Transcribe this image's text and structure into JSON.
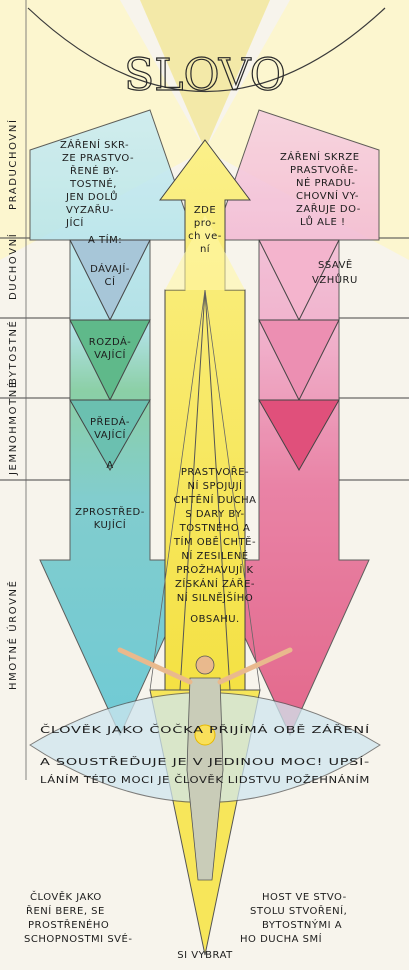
{
  "title": "SLOVO",
  "levels": [
    {
      "key": "praduchovni",
      "label": "PRADUCHOVNÍ"
    },
    {
      "key": "duchovni",
      "label": "DUCHOVNÍ"
    },
    {
      "key": "bytostne",
      "label": "BYTOSTNÉ"
    },
    {
      "key": "jemnohmotne",
      "label": "JEMNOHMOTNÉ"
    },
    {
      "key": "hmotne",
      "label": "HMOTNÉ ÚROVNĚ"
    }
  ],
  "left_text": [
    "ZÁŘENÍ SKR-",
    "ZE PRASTVO-",
    "ŘENÉ BY-",
    "TOSTNÉ,",
    "JEN DOLŮ",
    "VYZAŘU-",
    "JÍCÍ"
  ],
  "right_text": [
    "ZÁŘENÍ SKRZE",
    "PRASTVOŘE-",
    "NÉ PRADU-",
    "CHOVNÍ VY-",
    "ZAŘUJE DO-",
    "LŮ ALE !"
  ],
  "a_tim": "A TÍM:",
  "center_top": [
    "ZDE",
    "pro-",
    "ch ve-",
    "ní"
  ],
  "ssave": [
    "SSAVĚ",
    "VZHŮRU"
  ],
  "stages": [
    [
      "DÁVAJÍ-",
      "CÍ"
    ],
    [
      "ROZDÁ-",
      "VAJÍCÍ"
    ],
    [
      "PŘEDÁ-",
      "VAJÍCÍ"
    ],
    [
      "A"
    ],
    [
      "ZPROSTŘED-",
      "KUJÍCÍ"
    ]
  ],
  "middle_text": [
    "PRASTVOŘE-",
    "NÍ SPOJUJÍ",
    "CHTĚNÍ DUCHA",
    "S DARY BY-",
    "TOSTNÉHO A",
    "TÍM OBĚ CHTĚ-",
    "NÍ ZESILENÉ",
    "PROŽHAVUJÍ K",
    "ZÍSKÁNÍ ZÁŘE-",
    "NÍ SILNĚJŠÍHO",
    "OBSAHU."
  ],
  "lens_line1": "ČLOVĚK JAKO ČOČKA PŘIJÍMÁ OBĚ ZÁŘENÍ",
  "lens_line2": "A SOUSTŘEĎUJE JE V JEDINOU MOC! UPSÍ-",
  "lens_line3": "LÁNÍM TÉTO MOCI JE ČLOVĚK LIDSTVU POŽEHNÁNÍM",
  "bottom_left": [
    "ČLOVĚK JAKO",
    "ŘENÍ BERE, SE",
    "PROSTŘENÉHO",
    "SCHOPNOSTMI SVÉ-"
  ],
  "bottom_right": [
    "HOST VE STVO-",
    "STOLU STVOŘENÍ,",
    "BYTOSTNÝMI A",
    "HO DUCHA SMÍ"
  ],
  "bottom_last": "SI VYBRAT",
  "colors": {
    "yellow": "#f7e65a",
    "blue": "#8fd3e8",
    "pink": "#f2a2c6",
    "green": "#5fb98a",
    "red": "#e0507b",
    "teal": "#5cc6c6"
  }
}
